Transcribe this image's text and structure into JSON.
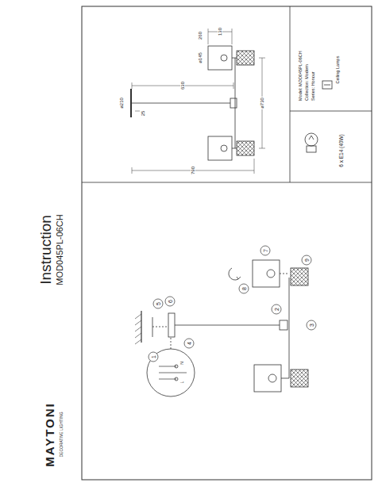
{
  "diagram": {
    "title": "Instruction",
    "labels": [
      "MAYTONI",
      "DECORATIVE LIGHTING",
      "MOD045PL-06CH",
      "1",
      "2",
      "3",
      "4",
      "5",
      "6",
      "7",
      "8",
      "9",
      "N",
      "L",
      "ø210",
      "25",
      "630",
      "790",
      "ø145",
      "130",
      "260",
      "ø730",
      "Model: MOD045PL-06CH",
      "Collection: Modern",
      "Series: Honour",
      "Ceiling Lamps",
      "6 x E14 (40W)"
    ]
  }
}
